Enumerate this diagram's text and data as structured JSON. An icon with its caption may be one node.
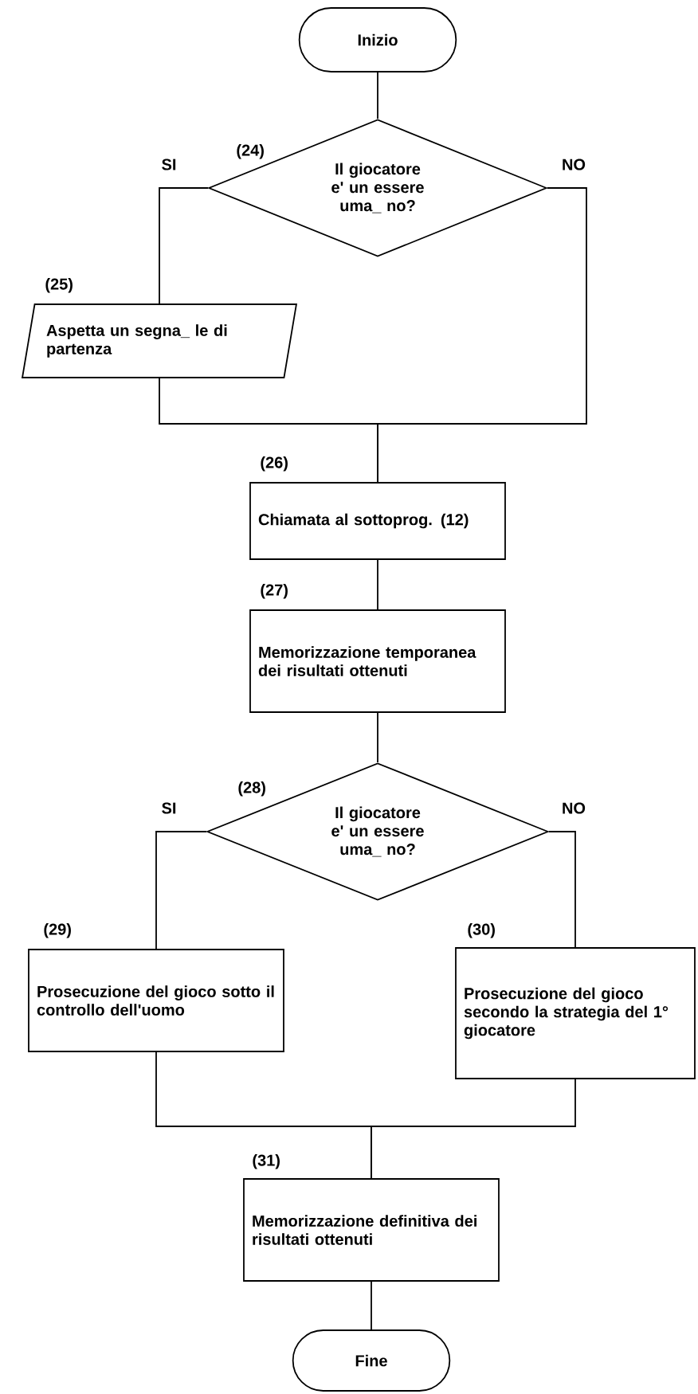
{
  "diagram": {
    "nodes": [
      {
        "text": [
          "Inizio"
        ]
      },
      {
        "text": [
          "Il giocatore e' un essere uma_ no?"
        ],
        "beside": [
          "(24)"
        ]
      },
      {
        "text": [
          "Aspetta un segna_ le di partenza"
        ],
        "beside": [
          "(25)"
        ]
      },
      {
        "text": [
          "Chiamata al sottoprog. (12)"
        ],
        "beside": [
          "(26)"
        ]
      },
      {
        "text": [
          "Memorizzazione temporanea dei risultati ottenuti"
        ],
        "beside": [
          "(27)"
        ]
      },
      {
        "text": [
          "Il giocatore e' un essere uma_ no?"
        ],
        "beside": [
          "(28)"
        ]
      },
      {
        "text": [
          "Prosecuzione del gioco sotto il controllo dell'uomo"
        ],
        "beside": [
          "(29)"
        ]
      },
      {
        "text": [
          "Prosecuzione del gioco secondo la strategia del 1° giocatore"
        ],
        "beside": [
          "(30)"
        ]
      },
      {
        "text": [
          "Memorizzazione definitiva dei risultati ottenuti"
        ],
        "beside": [
          "(31)"
        ]
      },
      {
        "text": [
          "Fine"
        ]
      }
    ],
    "edges": [
      {
        "from": 0,
        "to": 1,
        "arrow": "none"
      },
      {
        "from": 1,
        "to": 2,
        "arrow": "none",
        "label": "SI"
      },
      {
        "from": 1,
        "to": 3,
        "arrow": "none",
        "label": "NO"
      },
      {
        "from": 2,
        "to": 3,
        "arrow": "none"
      },
      {
        "from": 3,
        "to": 4,
        "arrow": "none"
      },
      {
        "from": 4,
        "to": 5,
        "arrow": "none"
      },
      {
        "from": 5,
        "to": 6,
        "arrow": "none",
        "label": "SI"
      },
      {
        "from": 5,
        "to": 7,
        "arrow": "none",
        "label": "NO"
      },
      {
        "from": 6,
        "to": 8,
        "arrow": "none"
      },
      {
        "from": 7,
        "to": 8,
        "arrow": "none"
      },
      {
        "from": 8,
        "to": 9,
        "arrow": "none"
      }
    ]
  }
}
